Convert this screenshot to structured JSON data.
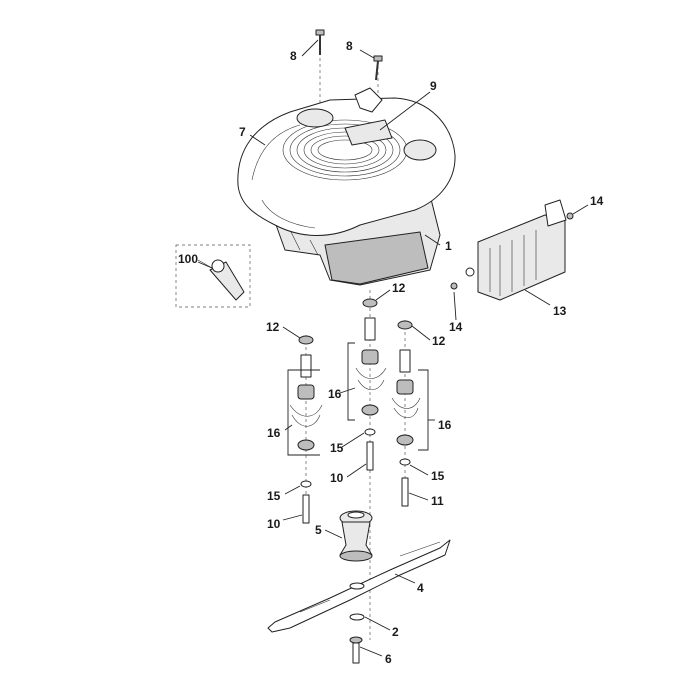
{
  "callouts": {
    "c1": "1",
    "c2": "2",
    "c4": "4",
    "c5": "5",
    "c6": "6",
    "c7": "7",
    "c8a": "8",
    "c8b": "8",
    "c9": "9",
    "c10a": "10",
    "c10b": "10",
    "c11": "11",
    "c12a": "12",
    "c12b": "12",
    "c12c": "12",
    "c13": "13",
    "c14a": "14",
    "c14b": "14",
    "c15a": "15",
    "c15b": "15",
    "c15c": "15",
    "c16a": "16",
    "c16b": "16",
    "c16c": "16",
    "c100": "100"
  }
}
